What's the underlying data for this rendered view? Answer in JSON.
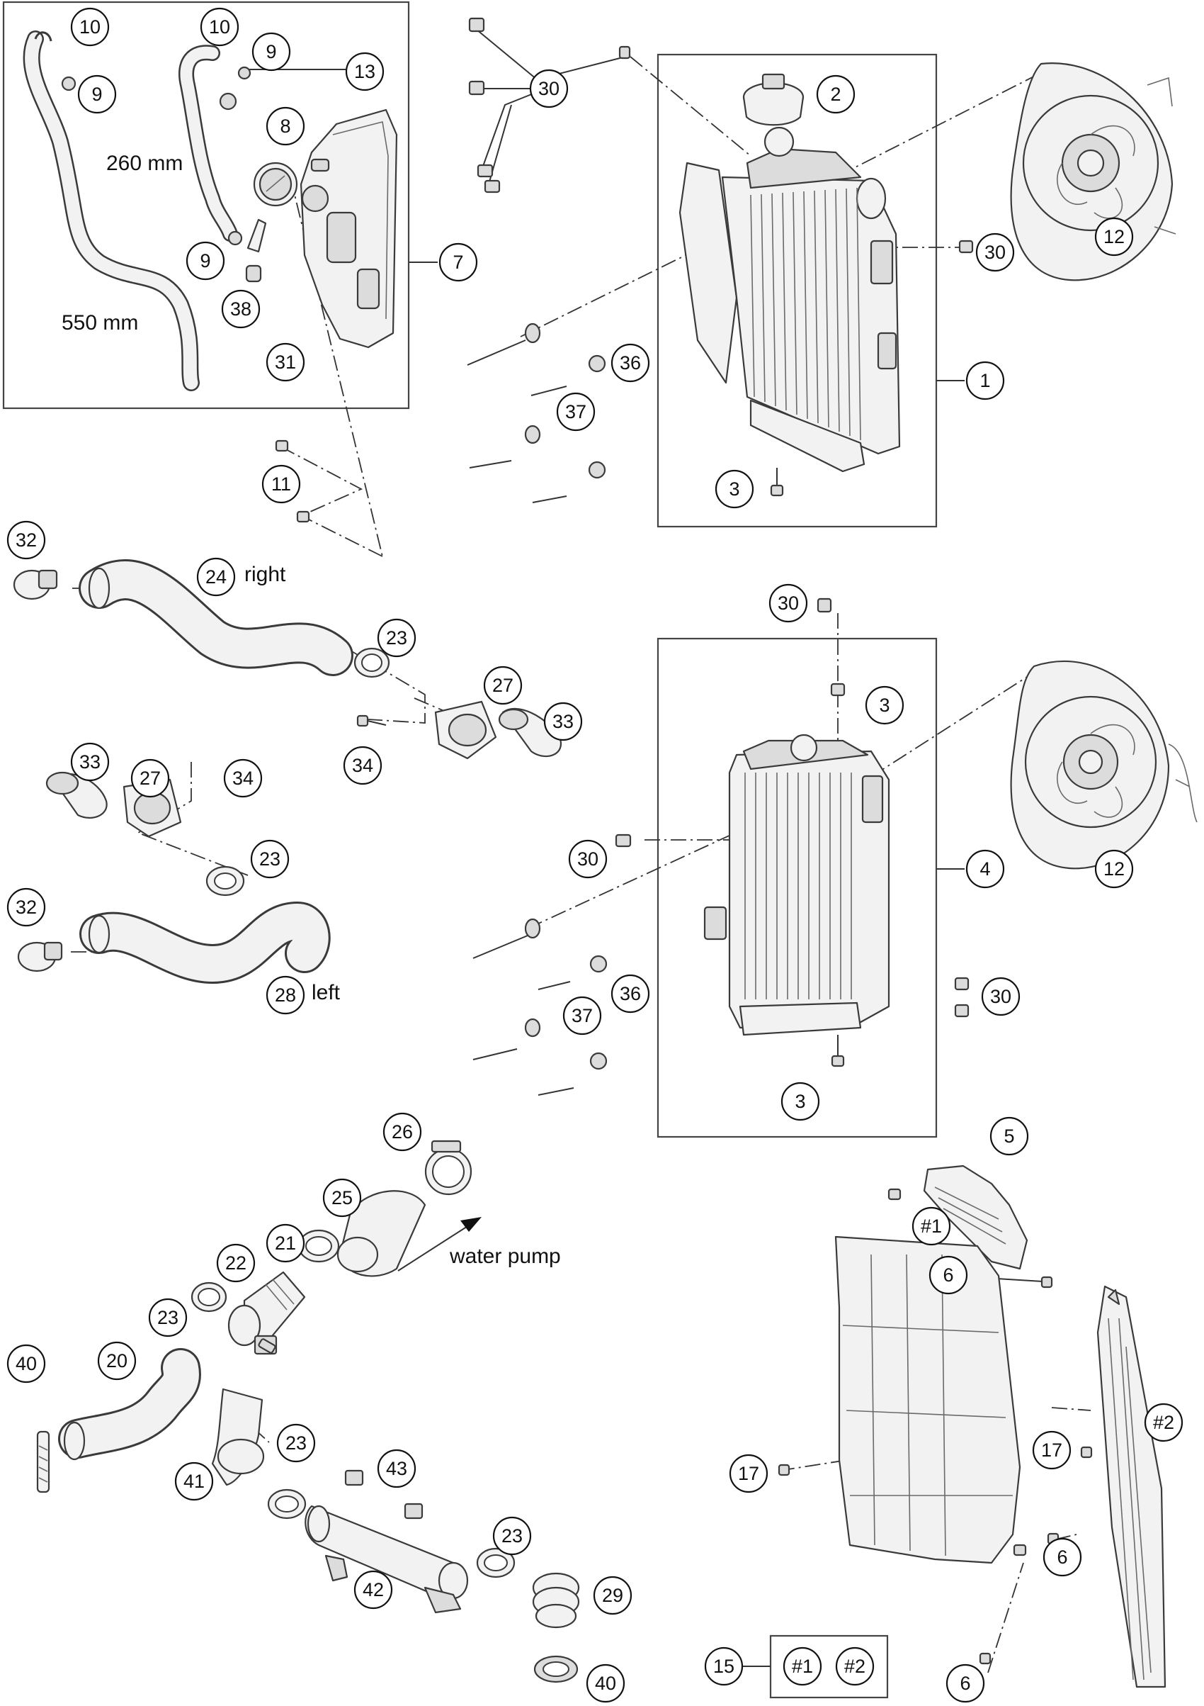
{
  "callouts": [
    {
      "n": "10"
    },
    {
      "n": "9"
    },
    {
      "n": "10"
    },
    {
      "n": "9"
    },
    {
      "n": "13"
    },
    {
      "n": "8"
    },
    {
      "n": "9"
    },
    {
      "n": "38"
    },
    {
      "n": "31"
    },
    {
      "n": "7"
    },
    {
      "n": "30"
    },
    {
      "n": "2"
    },
    {
      "n": "12"
    },
    {
      "n": "30"
    },
    {
      "n": "36"
    },
    {
      "n": "37"
    },
    {
      "n": "1"
    },
    {
      "n": "3"
    },
    {
      "n": "11"
    },
    {
      "n": "32"
    },
    {
      "n": "24"
    },
    {
      "n": "23"
    },
    {
      "n": "27"
    },
    {
      "n": "33"
    },
    {
      "n": "34"
    },
    {
      "n": "33"
    },
    {
      "n": "27"
    },
    {
      "n": "34"
    },
    {
      "n": "23"
    },
    {
      "n": "32"
    },
    {
      "n": "28"
    },
    {
      "n": "30"
    },
    {
      "n": "3"
    },
    {
      "n": "30"
    },
    {
      "n": "4"
    },
    {
      "n": "12"
    },
    {
      "n": "37"
    },
    {
      "n": "36"
    },
    {
      "n": "30"
    },
    {
      "n": "3"
    },
    {
      "n": "26"
    },
    {
      "n": "25"
    },
    {
      "n": "5"
    },
    {
      "n": "21"
    },
    {
      "n": "22"
    },
    {
      "n": "6"
    },
    {
      "n": "23"
    },
    {
      "n": "20"
    },
    {
      "n": "40"
    },
    {
      "n": "23"
    },
    {
      "n": "41"
    },
    {
      "n": "43"
    },
    {
      "n": "42"
    },
    {
      "n": "23"
    },
    {
      "n": "29"
    },
    {
      "n": "40"
    },
    {
      "n": "#1"
    },
    {
      "n": "17"
    },
    {
      "n": "17"
    },
    {
      "n": "#2"
    },
    {
      "n": "6"
    },
    {
      "n": "6"
    },
    {
      "n": "15"
    },
    {
      "n": "#1"
    },
    {
      "n": "#2"
    }
  ],
  "labels": {
    "len_260": "260 mm",
    "len_550": "550 mm",
    "right": "right",
    "left": "left",
    "water_pump": "water pump"
  }
}
